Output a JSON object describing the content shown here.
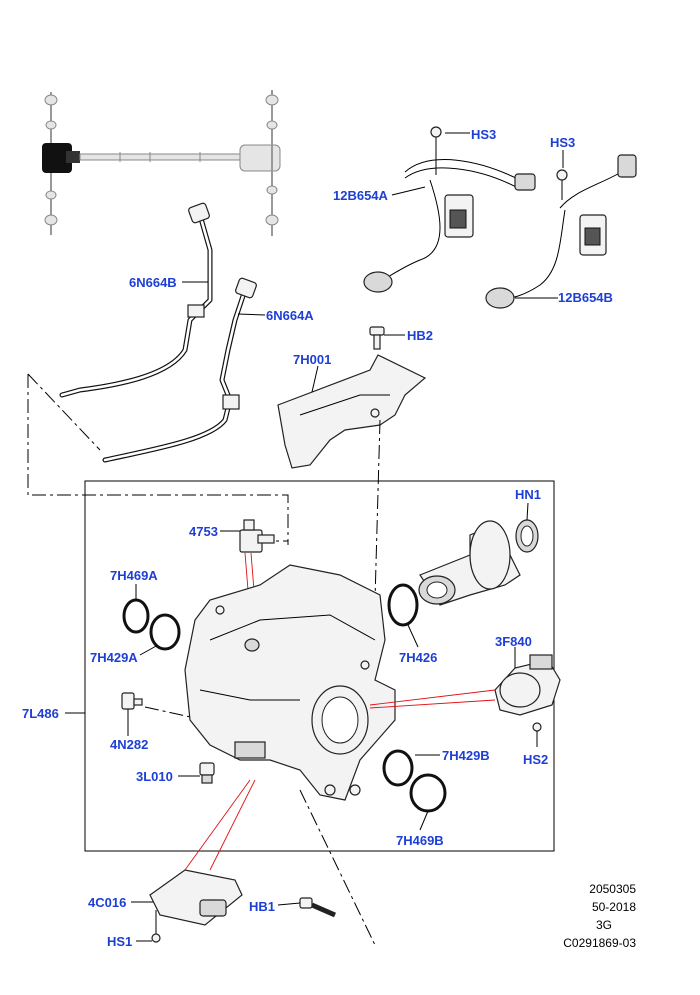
{
  "callouts": {
    "hs3_a": "HS3",
    "hs3_b": "HS3",
    "c12b654a": "12B654A",
    "c12b654b": "12B654B",
    "c6n664b": "6N664B",
    "c6n664a": "6N664A",
    "hb2": "HB2",
    "c7h001": "7H001",
    "hn1": "HN1",
    "c4753": "4753",
    "c7h469a": "7H469A",
    "c7h429a": "7H429A",
    "c7h426": "7H426",
    "c3f840": "3F840",
    "c7l486": "7L486",
    "c4n282": "4N282",
    "hs2": "HS2",
    "c7h429b": "7H429B",
    "c3l010": "3L010",
    "c7h469b": "7H469B",
    "c4c016": "4C016",
    "hb1": "HB1",
    "hs1": "HS1"
  },
  "reference": {
    "line1": "2050305",
    "line2": "50-2018",
    "line3": "3G",
    "line4": "C0291869-03"
  },
  "colors": {
    "callout": "#1d3fd6",
    "highlight_lines": "#e01010",
    "line_art": "#000000"
  }
}
